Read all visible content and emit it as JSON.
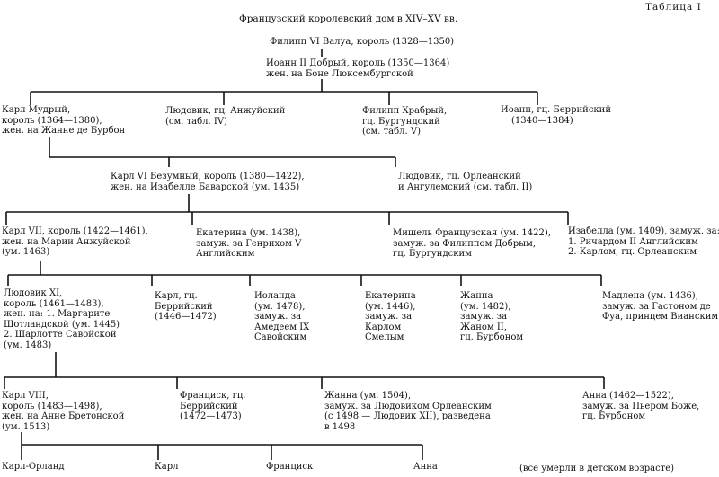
{
  "table_label": "Таблица I",
  "title": "Французский королевский дом в XIV–XV вв.",
  "gen0": {
    "filipp": "Филипп VI Валуа, король (1328—1350)"
  },
  "gen1": {
    "ioann": [
      "Иоанн II Добрый, король (1350—1364)",
      "жен. на Боне Люксембургской"
    ]
  },
  "gen2": {
    "karl": [
      "Карл Мудрый,",
      "король (1364—1380),",
      "жен. на Жанне де Бурбон"
    ],
    "ludovik": [
      "Людовик, гц. Анжуйский",
      "(см. табл. IV)"
    ],
    "filipp": [
      "Филипп Храбрый,",
      "гц. Бургундский",
      "(см. табл. V)"
    ],
    "ioann": [
      "Иоанн, гц. Беррийский",
      "(1340—1384)"
    ]
  },
  "gen3": {
    "karl": [
      "Карл VI Безумный, король (1380—1422),",
      "жен. на Изабелле Баварской (ум. 1435)"
    ],
    "ludovik": [
      "Людовик, гц. Орлеанский",
      "и Ангулемский (см. табл. II)"
    ]
  },
  "gen4": {
    "karl": [
      "Карл VII, король (1422—1461),",
      "жен. на Марии Анжуйской",
      "(ум. 1463)"
    ],
    "ekaterina": [
      "Екатерина (ум. 1438),",
      "замуж. за Генрихом V",
      "Английским"
    ],
    "mishel": [
      "Мишель Французская (ум. 1422),",
      "замуж. за Филиппом Добрым,",
      "гц. Бургундским"
    ],
    "izabella": [
      "Изабелла (ум. 1409), замуж. за:",
      "1. Ричардом II Английским",
      "2. Карлом, гц. Орлеанским"
    ]
  },
  "gen5": {
    "ludovik": [
      "Людовик XI,",
      "король (1461—1483),",
      "жен. на: 1. Маргарите",
      "Шотландской (ум. 1445)",
      "2. Шарлотте Савойской",
      "(ум. 1483)"
    ],
    "karl": [
      "Карл, гц.",
      "Беррийский",
      "(1446—1472)"
    ],
    "iolanda": [
      "Иоланда",
      "(ум. 1478),",
      "замуж. за",
      "Амедеем IX",
      "Савойским"
    ],
    "ekaterina": [
      "Екатерина",
      "(ум. 1446),",
      "замуж. за",
      "Карлом",
      "Смелым"
    ],
    "zhanna": [
      "Жанна",
      "(ум. 1482),",
      "замуж. за",
      "Жаном II,",
      "гц. Бурбоном"
    ],
    "madlena": [
      "Мадлена (ум. 1436),",
      "замуж. за Гастоном де",
      "Фуа, принцем Вианским"
    ]
  },
  "gen6": {
    "karl": [
      "Карл VIII,",
      "король (1483—1498),",
      "жен. на Анне Бретонской",
      "(ум. 1513)"
    ],
    "fransisk": [
      "Франциск, гц.",
      "Беррийский",
      "(1472—1473)"
    ],
    "zhanna": [
      "Жанна (ум. 1504),",
      "замуж. за Людовиком Орлеанским",
      "(с 1498 — Людовик XII), разведена",
      "в 1498"
    ],
    "anna": [
      "Анна (1462—1522),",
      "замуж. за Пьером Боже,",
      "гц. Бурбоном"
    ]
  },
  "gen7": {
    "karl_orland": "Карл-Орланд",
    "karl": "Карл",
    "fransisk": "Франциск",
    "anna": "Анна",
    "note": "(все умерли в детском возрасте)"
  }
}
